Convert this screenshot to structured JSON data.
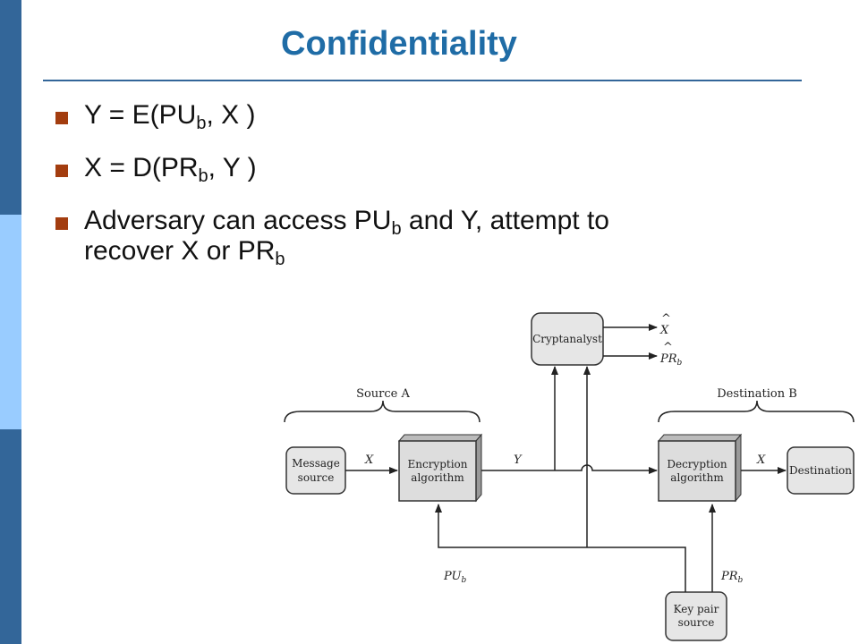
{
  "slide": {
    "title": "Confidentiality",
    "bullets": [
      {
        "pre": "Y = E(PU",
        "sub": "b",
        "post": ", X )"
      },
      {
        "pre": "X = D(PR",
        "sub": "b",
        "post": ", Y )"
      },
      {
        "pre": "Adversary can access PU",
        "sub": "b",
        "post": " and Y, attempt to",
        "line2pre": "recover X or PR",
        "line2sub": "b"
      }
    ]
  },
  "diagram": {
    "source_label": "Source A",
    "destination_label": "Destination B",
    "cryptanalyst": "Cryptanalyst",
    "message_source": [
      "Message",
      "source"
    ],
    "encryption": [
      "Encryption",
      "algorithm"
    ],
    "decryption": [
      "Decryption",
      "algorithm"
    ],
    "destination": "Destination",
    "key_pair": [
      "Key pair",
      "source"
    ],
    "x_label": "X",
    "y_label": "Y",
    "x_out_label": "X",
    "x_hat": "X",
    "pr_hat": "PR",
    "pr_hat_sub": "b",
    "pu_label": "PU",
    "pu_sub": "b",
    "pr_label": "PR",
    "pr_sub": "b",
    "hat_mark": "^"
  },
  "colors": {
    "stripe_dark": "#336699",
    "stripe_light": "#99ccff",
    "title": "#1f6ca6",
    "bullet": "#a33d0f"
  }
}
